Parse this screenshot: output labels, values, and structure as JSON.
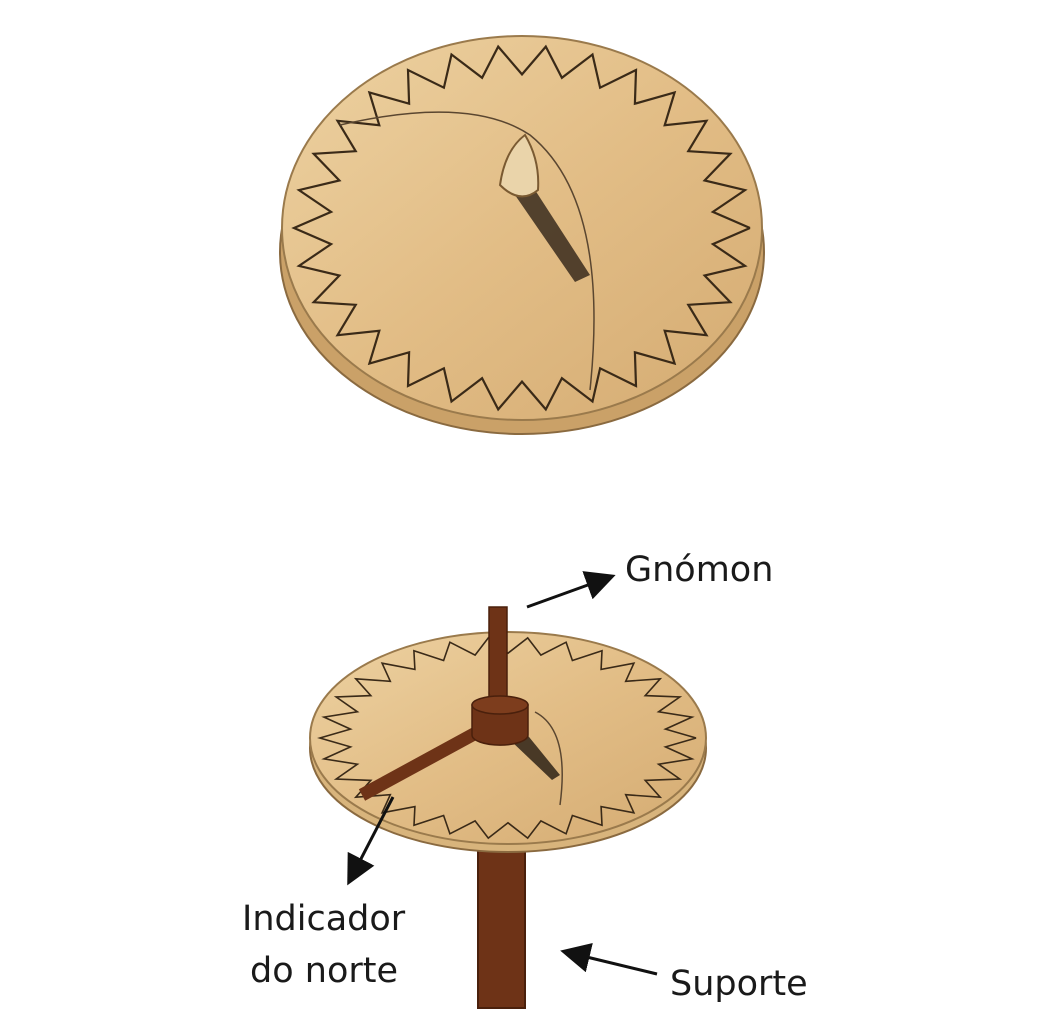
{
  "labels": {
    "gnomon": "Gnómon",
    "north_indicator_line1": "Indicador",
    "north_indicator_line2": "do norte",
    "support": "Suporte"
  },
  "dial": {
    "teeth": 30
  },
  "colors": {
    "wood": "#e6c48f",
    "wood_dark": "#c9a26a",
    "rim": "#d8b47c",
    "stick": "#6e3317",
    "ink": "#3a2a18"
  }
}
